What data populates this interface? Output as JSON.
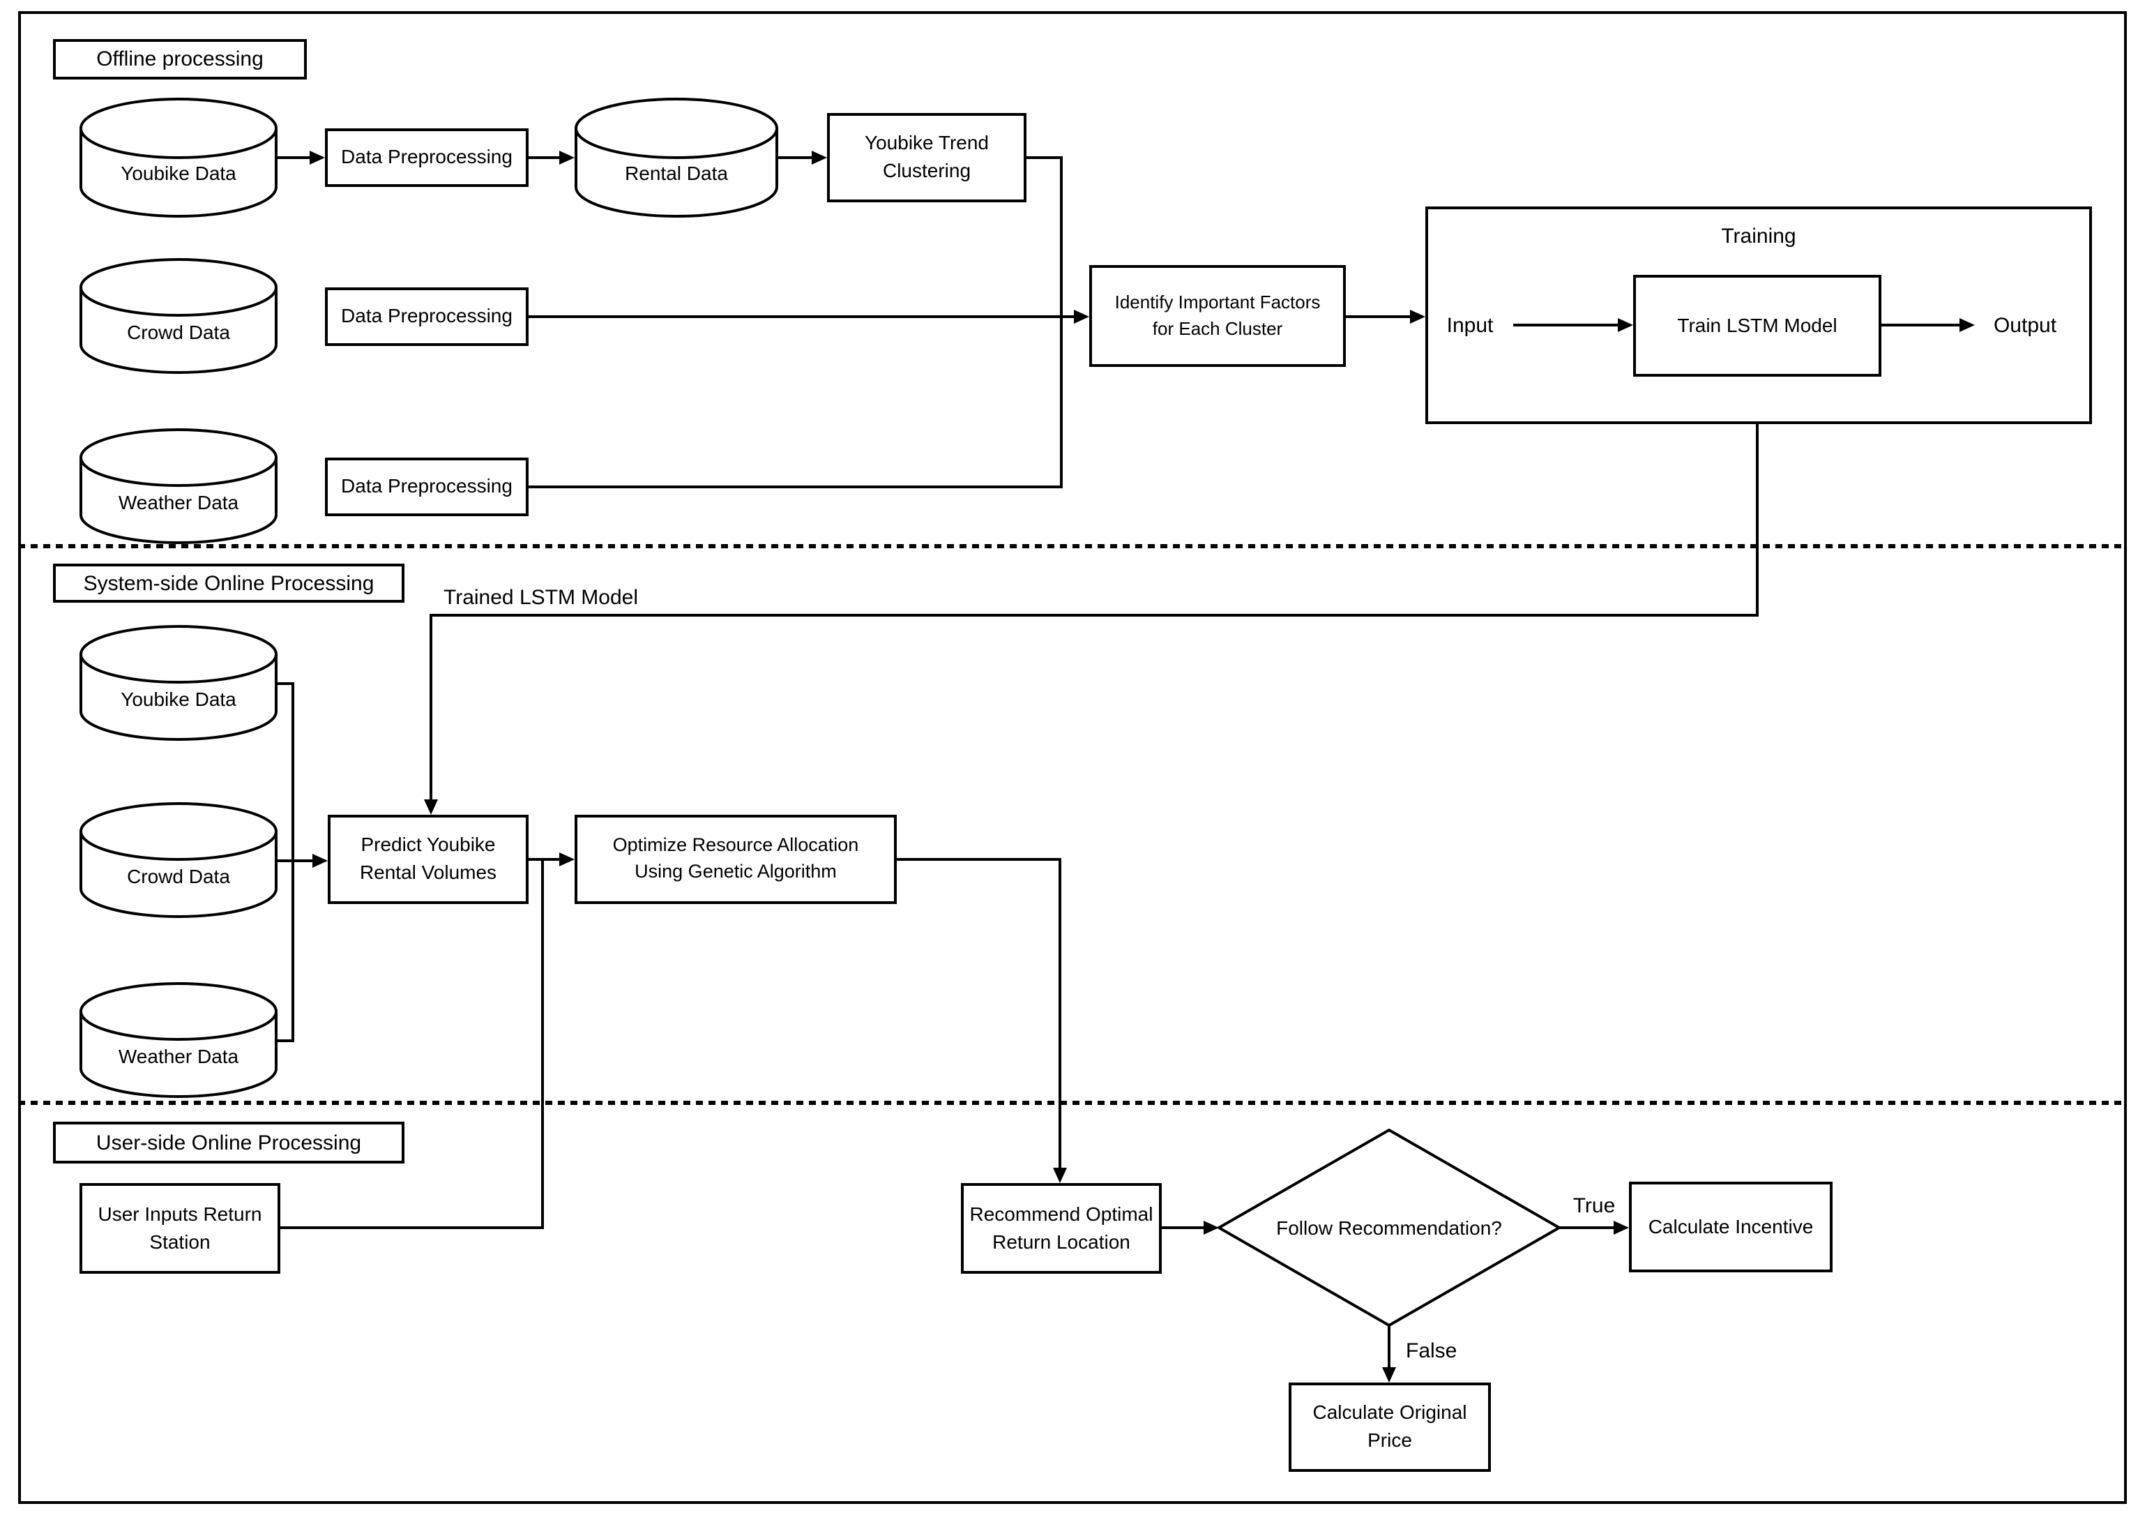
{
  "colors": {
    "ink": "#000000",
    "background": "#ffffff"
  },
  "sections": {
    "offline": "Offline processing",
    "system": "System-side Online Processing",
    "user": "User-side Online Processing"
  },
  "offline": {
    "youbike": "Youbike Data",
    "prep1": "Data Preprocessing",
    "rental": "Rental Data",
    "clustering": [
      "Youbike Trend",
      "Clustering"
    ],
    "crowd": "Crowd Data",
    "prep2": "Data Preprocessing",
    "weather": "Weather Data",
    "prep3": "Data Preprocessing",
    "identify": [
      "Identify Important Factors",
      "for Each Cluster"
    ],
    "training_title": "Training",
    "input": "Input",
    "lstm": "Train LSTM Model",
    "output": "Output"
  },
  "system": {
    "trained_model": "Trained LSTM Model",
    "youbike": "Youbike Data",
    "crowd": "Crowd Data",
    "weather": "Weather Data",
    "predict": [
      "Predict Youbike",
      "Rental Volumes"
    ],
    "optimize": [
      "Optimize Resource Allocation",
      "Using Genetic Algorithm"
    ]
  },
  "user": {
    "inputs": [
      "User Inputs Return",
      "Station"
    ],
    "recommend": [
      "Recommend Optimal",
      "Return Location"
    ],
    "decision": "Follow Recommendation?",
    "true_label": "True",
    "false_label": "False",
    "incentive": "Calculate Incentive",
    "original": [
      "Calculate Original",
      "Price"
    ]
  }
}
